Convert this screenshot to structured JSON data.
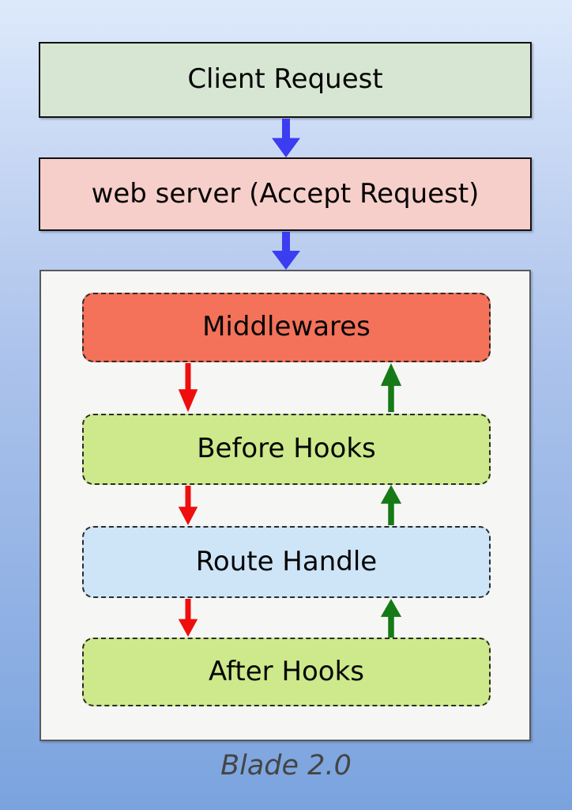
{
  "diagram": {
    "caption": "Blade 2.0",
    "nodes": {
      "client_request": {
        "label": "Client Request"
      },
      "web_server": {
        "label": "web server (Accept Request)"
      },
      "middlewares": {
        "label": "Middlewares"
      },
      "before_hooks": {
        "label": "Before Hooks"
      },
      "route_handle": {
        "label": "Route Handle"
      },
      "after_hooks": {
        "label": "After Hooks"
      }
    },
    "flow": [
      {
        "from": "Client Request",
        "to": "web server (Accept Request)",
        "arrow": "blue-down"
      },
      {
        "from": "web server (Accept Request)",
        "to": "Middlewares",
        "arrow": "blue-down"
      },
      {
        "from": "Middlewares",
        "to": "Before Hooks",
        "arrow": "red-down"
      },
      {
        "from": "Before Hooks",
        "to": "Middlewares",
        "arrow": "green-up"
      },
      {
        "from": "Before Hooks",
        "to": "Route Handle",
        "arrow": "red-down"
      },
      {
        "from": "Route Handle",
        "to": "Before Hooks",
        "arrow": "green-up"
      },
      {
        "from": "Route Handle",
        "to": "After Hooks",
        "arrow": "red-down"
      },
      {
        "from": "After Hooks",
        "to": "Route Handle",
        "arrow": "green-up"
      }
    ]
  },
  "colors": {
    "bg_top": "#dde9fb",
    "bg_mid": "#aec4ec",
    "bg_bottom": "#7aa3de",
    "client_box": "#d7e6d2",
    "server_box": "#f7cfca",
    "panel_bg": "#f6f6f4",
    "panel_border": "#58595b",
    "node_border": "#111111",
    "dashed_border": "#2b2b2b",
    "middlewares_box": "#f4715a",
    "hooks_box": "#cde98b",
    "route_box": "#cee5f8",
    "arrow_blue": "#3c3cf0",
    "arrow_red": "#ee0e0e",
    "arrow_green": "#167a16",
    "label_text": "#050505",
    "caption_text": "#454545"
  }
}
